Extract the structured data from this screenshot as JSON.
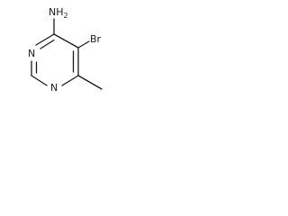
{
  "molecule": {
    "atoms": {
      "amine": "NH",
      "amine_subscript": "2",
      "bromo": "Br",
      "ring_n_upper": "N",
      "ring_n_lower": "N"
    }
  }
}
